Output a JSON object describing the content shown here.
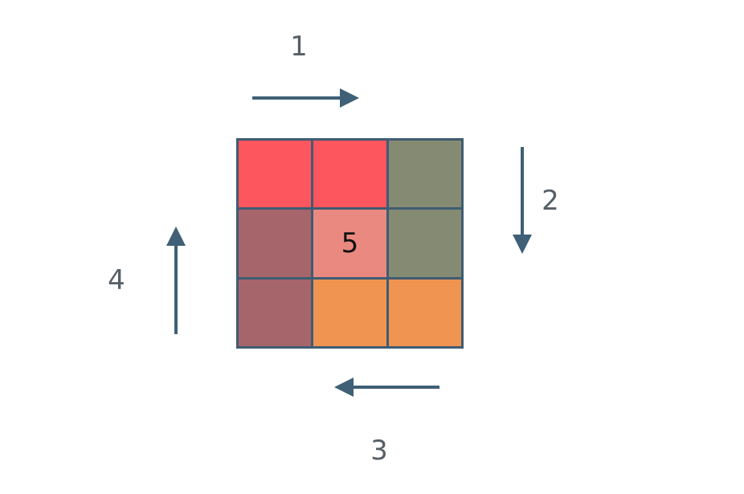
{
  "steps": [
    {
      "label": "1",
      "direction": "right"
    },
    {
      "label": "2",
      "direction": "down"
    },
    {
      "label": "3",
      "direction": "left"
    },
    {
      "label": "4",
      "direction": "up"
    }
  ],
  "grid": {
    "rows": 3,
    "cols": 3,
    "cells": [
      {
        "color": "#fd565f",
        "label": ""
      },
      {
        "color": "#fd565f",
        "label": ""
      },
      {
        "color": "#858a73",
        "label": ""
      },
      {
        "color": "#a6656a",
        "label": ""
      },
      {
        "color": "#ea8980",
        "label": "5"
      },
      {
        "color": "#858a73",
        "label": ""
      },
      {
        "color": "#a6656a",
        "label": ""
      },
      {
        "color": "#ef9451",
        "label": ""
      },
      {
        "color": "#ef9451",
        "label": ""
      }
    ]
  },
  "colors": {
    "arrow": "#3f6076",
    "grid_line": "#3f5c73",
    "label_text": "#555f66"
  }
}
